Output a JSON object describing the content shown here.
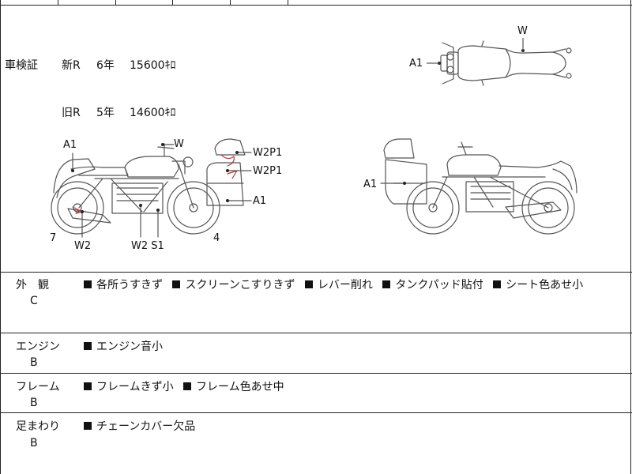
{
  "registration": {
    "label": "車検証",
    "rows": [
      {
        "type": "新R",
        "years": "6年",
        "mass": "15600ｷﾛ"
      },
      {
        "type": "旧R",
        "years": "5年",
        "mass": "14600ｷﾛ"
      }
    ]
  },
  "diagram_labels": {
    "top": {
      "w": "W",
      "a1": "A1"
    },
    "left": {
      "a1": "A1",
      "w": "W",
      "w2p1_a": "W2P1",
      "w2p1_b": "W2P1",
      "a1_box": "A1",
      "num7": "7",
      "w2": "W2",
      "w2s1": "W2 S1",
      "num4": "4"
    },
    "right": {
      "a1": "A1"
    }
  },
  "sections": [
    {
      "title": "外　観",
      "grade": "C",
      "items": [
        "各所うすきず",
        "スクリーンこすりきず",
        "レバー削れ",
        "タンクパッド貼付",
        "シート色あせ小"
      ]
    },
    {
      "title": "エンジン",
      "grade": "B",
      "items": [
        "エンジン音小"
      ]
    },
    {
      "title": "フレーム",
      "grade": "B",
      "items": [
        "フレームきず小",
        "フレーム色あせ中"
      ]
    },
    {
      "title": "足まわり",
      "grade": "B",
      "items": [
        "チェーンカバー欠品"
      ]
    }
  ]
}
